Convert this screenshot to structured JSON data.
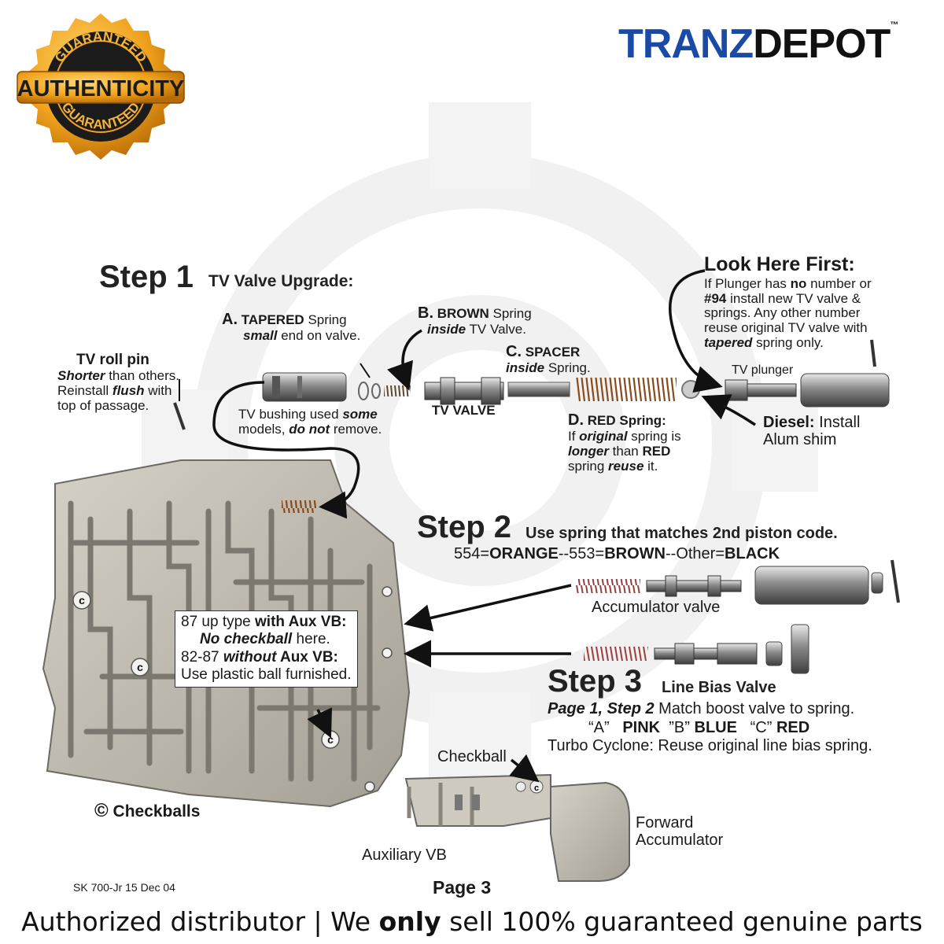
{
  "badge": {
    "top_text": "GUARANTEED",
    "center_text": "AUTHENTICITY",
    "bottom_text": "GUARANTEED"
  },
  "logo": {
    "part1": "TRANZ",
    "part2": "DEPOT",
    "tm": "™"
  },
  "step1": {
    "title": "Step 1",
    "subtitle": "TV Valve Upgrade:",
    "tv_roll_pin": {
      "heading": "TV roll pin",
      "line1_em": "Shorter",
      "line1_rest": " than others.",
      "line2_pre": "Reinstall ",
      "line2_em": "flush",
      "line2_post": " with",
      "line3": "top of passage."
    },
    "a": {
      "letter": "A.",
      "bold": "TAPERED",
      "rest": " Spring",
      "line2_em": "small",
      "line2_rest": " end on valve."
    },
    "b": {
      "letter": "B.",
      "bold": "BROWN",
      "rest": " Spring",
      "line2_em": "inside",
      "line2_rest": " TV Valve."
    },
    "c": {
      "letter": "C.",
      "bold": "SPACER",
      "line2_em": "inside",
      "line2_rest": " Spring."
    },
    "tv_valve": "TV VALVE",
    "bushing": {
      "line1_pre": "TV bushing used ",
      "line1_em": "some",
      "line2_pre": "models, ",
      "line2_em": "do not",
      "line2_post": " remove."
    },
    "d": {
      "letter": "D.",
      "bold": "RED Spring:",
      "line2_pre": "If ",
      "line2_em": "original",
      "line2_post": " spring is",
      "line3_em": "longer",
      "line3_mid": " than ",
      "line3_bold": "RED",
      "line4_pre": "spring ",
      "line4_em": "reuse",
      "line4_post": " it."
    },
    "tv_plunger": "TV plunger",
    "diesel": {
      "bold": "Diesel:",
      "rest": " Install",
      "line2": "Alum shim"
    }
  },
  "look_here": {
    "title": "Look Here First:",
    "l1_pre": "If Plunger has ",
    "l1_bold": "no",
    "l1_post": " number or",
    "l2_bold": "#94",
    "l2_post": " install new TV valve &",
    "l3": "springs.  Any other number",
    "l4": "reuse original TV valve with",
    "l5_em": "tapered",
    "l5_post": "  spring only."
  },
  "step2": {
    "title": "Step 2",
    "subtitle": "Use spring that matches 2nd piston code.",
    "codes_pre": "554=",
    "codes_b1": "ORANGE",
    "codes_m1": "--553=",
    "codes_b2": "BROWN",
    "codes_m2": "--Other=",
    "codes_b3": "BLACK",
    "accumulator_valve": "Accumulator valve"
  },
  "step3": {
    "title": "Step 3",
    "subtitle": "Line Bias Valve",
    "l1_em": "Page 1, Step 2",
    "l1_post": " Match boost valve to spring.",
    "l2_a": "“A”",
    "l2_pink": "PINK",
    "l2_b": "”B”",
    "l2_blue": "BLUE",
    "l2_c": "“C”",
    "l2_red": "RED",
    "l3": "Turbo Cyclone: Reuse original line bias spring."
  },
  "aux_box": {
    "l1_pre": "87 up type ",
    "l1_bold": "with Aux VB:",
    "l2": "No checkball",
    "l2_post": " here.",
    "l3_pre": "82-87 ",
    "l3_em": "without",
    "l3_bold": " Aux VB:",
    "l4": "Use plastic ball furnished."
  },
  "checkball_label": "Checkball",
  "checkballs_legend": {
    "symbol": "©",
    "text": "Checkballs"
  },
  "auxiliary_vb": "Auxiliary VB",
  "forward_acc": {
    "l1": "Forward",
    "l2": "Accumulator"
  },
  "code_ref": "SK 700-Jr 15 Dec 04",
  "page_label": "Page 3",
  "footer": {
    "pre": "Authorized distributor | We ",
    "bold": "only",
    "post": " sell 100% guaranteed genuine parts"
  },
  "colors": {
    "brand_blue": "#1a4aa6",
    "badge_gold": "#f0a21c",
    "badge_dark": "#1b1b1b"
  }
}
